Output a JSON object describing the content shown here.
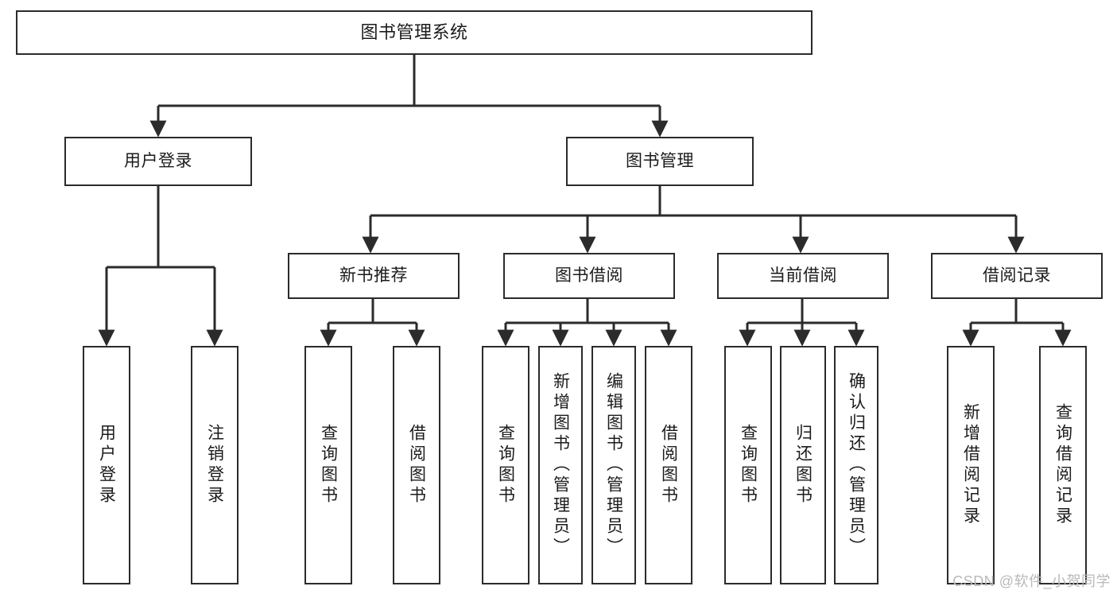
{
  "diagram": {
    "title": "图书管理系统",
    "type": "tree",
    "watermark": "CSDN @软件_小贺同学",
    "colors": {
      "box_border": "#2b2b2b",
      "box_fill": "#ffffff",
      "edge": "#2b2b2b",
      "text": "#1b1b1b",
      "watermark": "#b9b9b9",
      "background": "#ffffff"
    },
    "root": {
      "label": "图书管理系统"
    },
    "level1": [
      {
        "id": "user-login",
        "label": "用户登录"
      },
      {
        "id": "book-manage",
        "label": "图书管理"
      }
    ],
    "level2": [
      {
        "id": "new-book-recommend",
        "label": "新书推荐",
        "parent": "book-manage"
      },
      {
        "id": "book-borrow",
        "label": "图书借阅",
        "parent": "book-manage"
      },
      {
        "id": "current-borrow",
        "label": "当前借阅",
        "parent": "book-manage"
      },
      {
        "id": "borrow-record",
        "label": "借阅记录",
        "parent": "book-manage"
      }
    ],
    "leaves": [
      {
        "id": "leaf-user-login",
        "label": "用户登录",
        "parent": "user-login"
      },
      {
        "id": "leaf-user-logout",
        "label": "注销登录",
        "parent": "user-login"
      },
      {
        "id": "leaf-query-book-1",
        "label": "查询图书",
        "parent": "new-book-recommend"
      },
      {
        "id": "leaf-borrow-book-1",
        "label": "借阅图书",
        "parent": "new-book-recommend"
      },
      {
        "id": "leaf-query-book-2",
        "label": "查询图书",
        "parent": "book-borrow"
      },
      {
        "id": "leaf-add-book",
        "label": "新增图书（管理员）",
        "parent": "book-borrow"
      },
      {
        "id": "leaf-edit-book",
        "label": "编辑图书（管理员）",
        "parent": "book-borrow"
      },
      {
        "id": "leaf-borrow-book-2",
        "label": "借阅图书",
        "parent": "book-borrow"
      },
      {
        "id": "leaf-query-book-3",
        "label": "查询图书",
        "parent": "current-borrow"
      },
      {
        "id": "leaf-return-book",
        "label": "归还图书",
        "parent": "current-borrow"
      },
      {
        "id": "leaf-confirm-return",
        "label": "确认归还（管理员）",
        "parent": "current-borrow"
      },
      {
        "id": "leaf-add-record",
        "label": "新增借阅记录",
        "parent": "borrow-record"
      },
      {
        "id": "leaf-query-record",
        "label": "查询借阅记录",
        "parent": "borrow-record"
      }
    ]
  }
}
